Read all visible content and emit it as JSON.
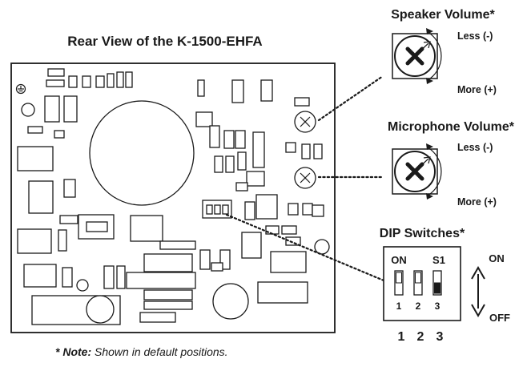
{
  "board": {
    "title": "Rear View of the K-1500-EHFA"
  },
  "speaker_volume": {
    "title": "Speaker Volume*",
    "less_label": "Less (-)",
    "more_label": "More (+)"
  },
  "microphone_volume": {
    "title": "Microphone Volume*",
    "less_label": "Less (-)",
    "more_label": "More (+)"
  },
  "dip_switches": {
    "title": "DIP Switches*",
    "on_label": "ON",
    "bank_label": "S1",
    "on_direction_label": "ON",
    "off_direction_label": "OFF",
    "switch_numbers": [
      "1",
      "2",
      "3"
    ],
    "positions": [
      "ON",
      "ON",
      "OFF"
    ]
  },
  "note": {
    "prefix": "* Note:",
    "text": " Shown in default positions."
  },
  "colors": {
    "ink": "#1a1a1a",
    "background": "#ffffff"
  }
}
